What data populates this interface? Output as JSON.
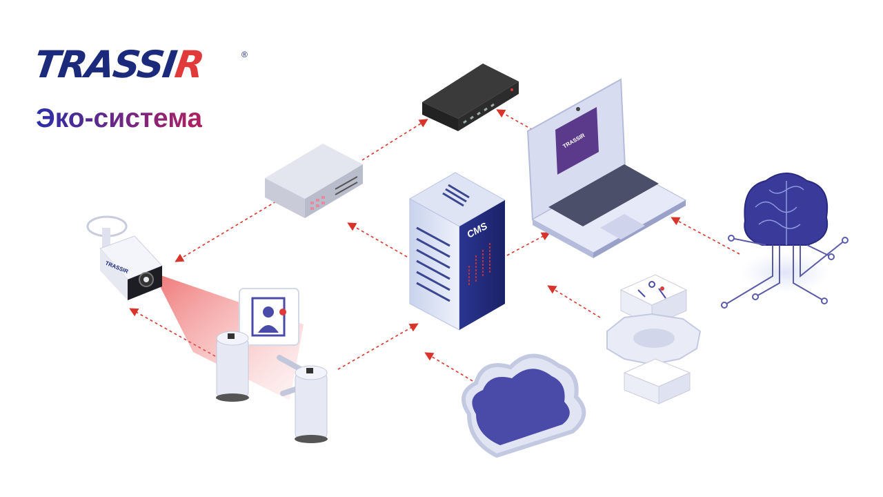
{
  "logo": {
    "brand_main": "TRASSI",
    "brand_accent": "R",
    "registered": "®",
    "subtitle": "Эко-система"
  },
  "devices": {
    "server_label": "CMS",
    "laptop_screen_logo": "TRASSIR",
    "camera_logo": "TRASSIR"
  },
  "colors": {
    "brand_blue": "#1b2a7a",
    "brand_red": "#e03a3a",
    "arrow": "#d9342b",
    "device_purple": "#4a4aa8"
  }
}
